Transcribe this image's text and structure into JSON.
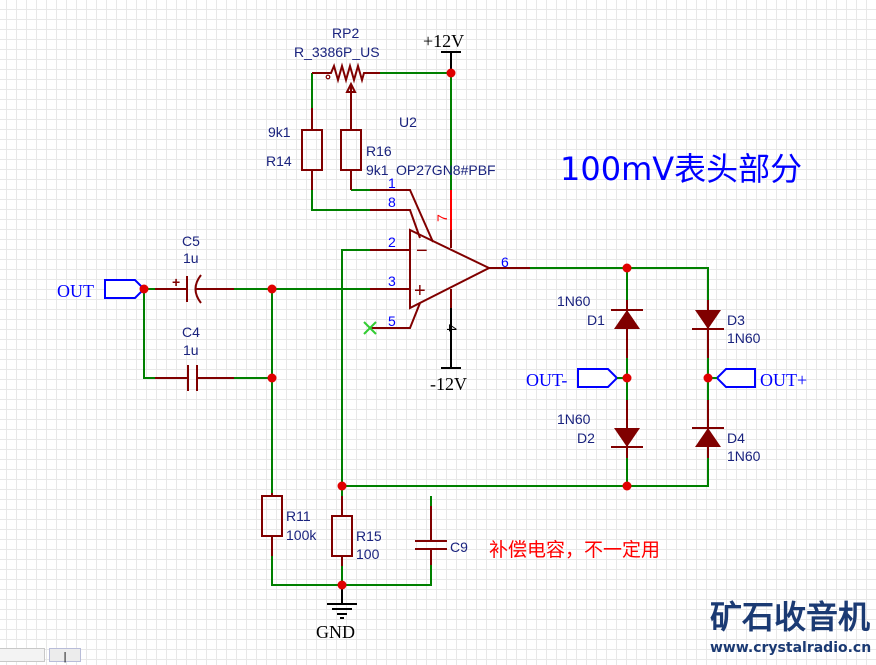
{
  "title": "100mV表头部分",
  "note": "补偿电容，不一定用",
  "logo": {
    "name": "矿石收音机",
    "url": "www.crystalradio.cn"
  },
  "power": {
    "positive": "+12V",
    "negative": "-12V",
    "ground": "GND"
  },
  "ports": {
    "in": "OUT",
    "out_minus": "OUT-",
    "out_plus": "OUT+"
  },
  "opamp": {
    "ref": "U2",
    "part": "OP27GN8#PBF",
    "pins": {
      "p1": "1",
      "p8": "8",
      "p7": "7",
      "p2": "2",
      "p3": "3",
      "p5": "5",
      "p4": "4",
      "p6": "6"
    },
    "minus": "−",
    "plus": "+"
  },
  "components": {
    "rp2": {
      "ref": "RP2",
      "value": "R_3386P_US"
    },
    "r14": {
      "ref": "R14",
      "value": "9k1"
    },
    "r16": {
      "ref": "R16",
      "value": "9k1"
    },
    "c5": {
      "ref": "C5",
      "value": "1u",
      "polarity": "+"
    },
    "c4": {
      "ref": "C4",
      "value": "1u"
    },
    "r11": {
      "ref": "R11",
      "value": "100k"
    },
    "r15": {
      "ref": "R15",
      "value": "100"
    },
    "c9": {
      "ref": "C9"
    },
    "d1": {
      "ref": "D1",
      "value": "1N60"
    },
    "d2": {
      "ref": "D2",
      "value": "1N60"
    },
    "d3": {
      "ref": "D3",
      "value": "1N60"
    },
    "d4": {
      "ref": "D4",
      "value": "1N60"
    }
  },
  "colors": {
    "wire": "#008000",
    "component": "#800000",
    "junction": "#e00000",
    "label": "#1a237e",
    "pin_number": "#0000ff",
    "title": "#0000ff",
    "note": "#ff0000"
  },
  "statusbar": {
    "tab2_label": "|"
  }
}
